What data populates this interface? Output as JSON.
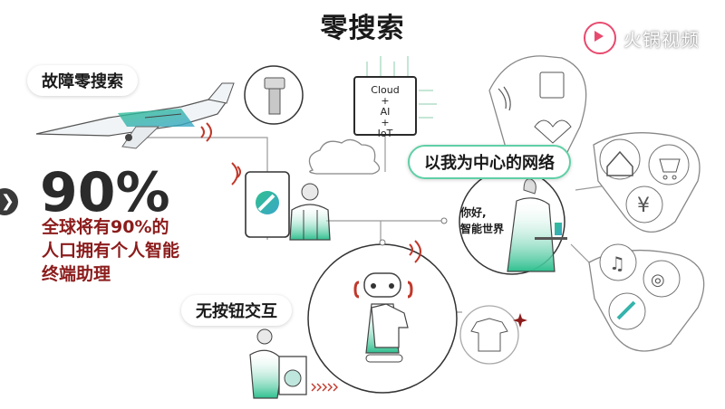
{
  "title": "零搜索",
  "watermark": {
    "text": "火锅视频"
  },
  "labels": {
    "fault_search": "故障零搜索",
    "network": "以我为中心的网络",
    "no_button": "无按钮交互"
  },
  "stat": {
    "percent": "90%",
    "lines": [
      "全球将有90%的",
      "人口拥有个人智能",
      "终端助理"
    ]
  },
  "cloud_box": {
    "line1": "Cloud",
    "line2": "AI",
    "line3": "IoT"
  },
  "greeting": {
    "line1": "你好,",
    "line2": "智能世界"
  },
  "colors": {
    "accent_red": "#8c1c1c",
    "gradient_green": "#2fbf8f",
    "gradient_teal": "#3aa7c9"
  }
}
